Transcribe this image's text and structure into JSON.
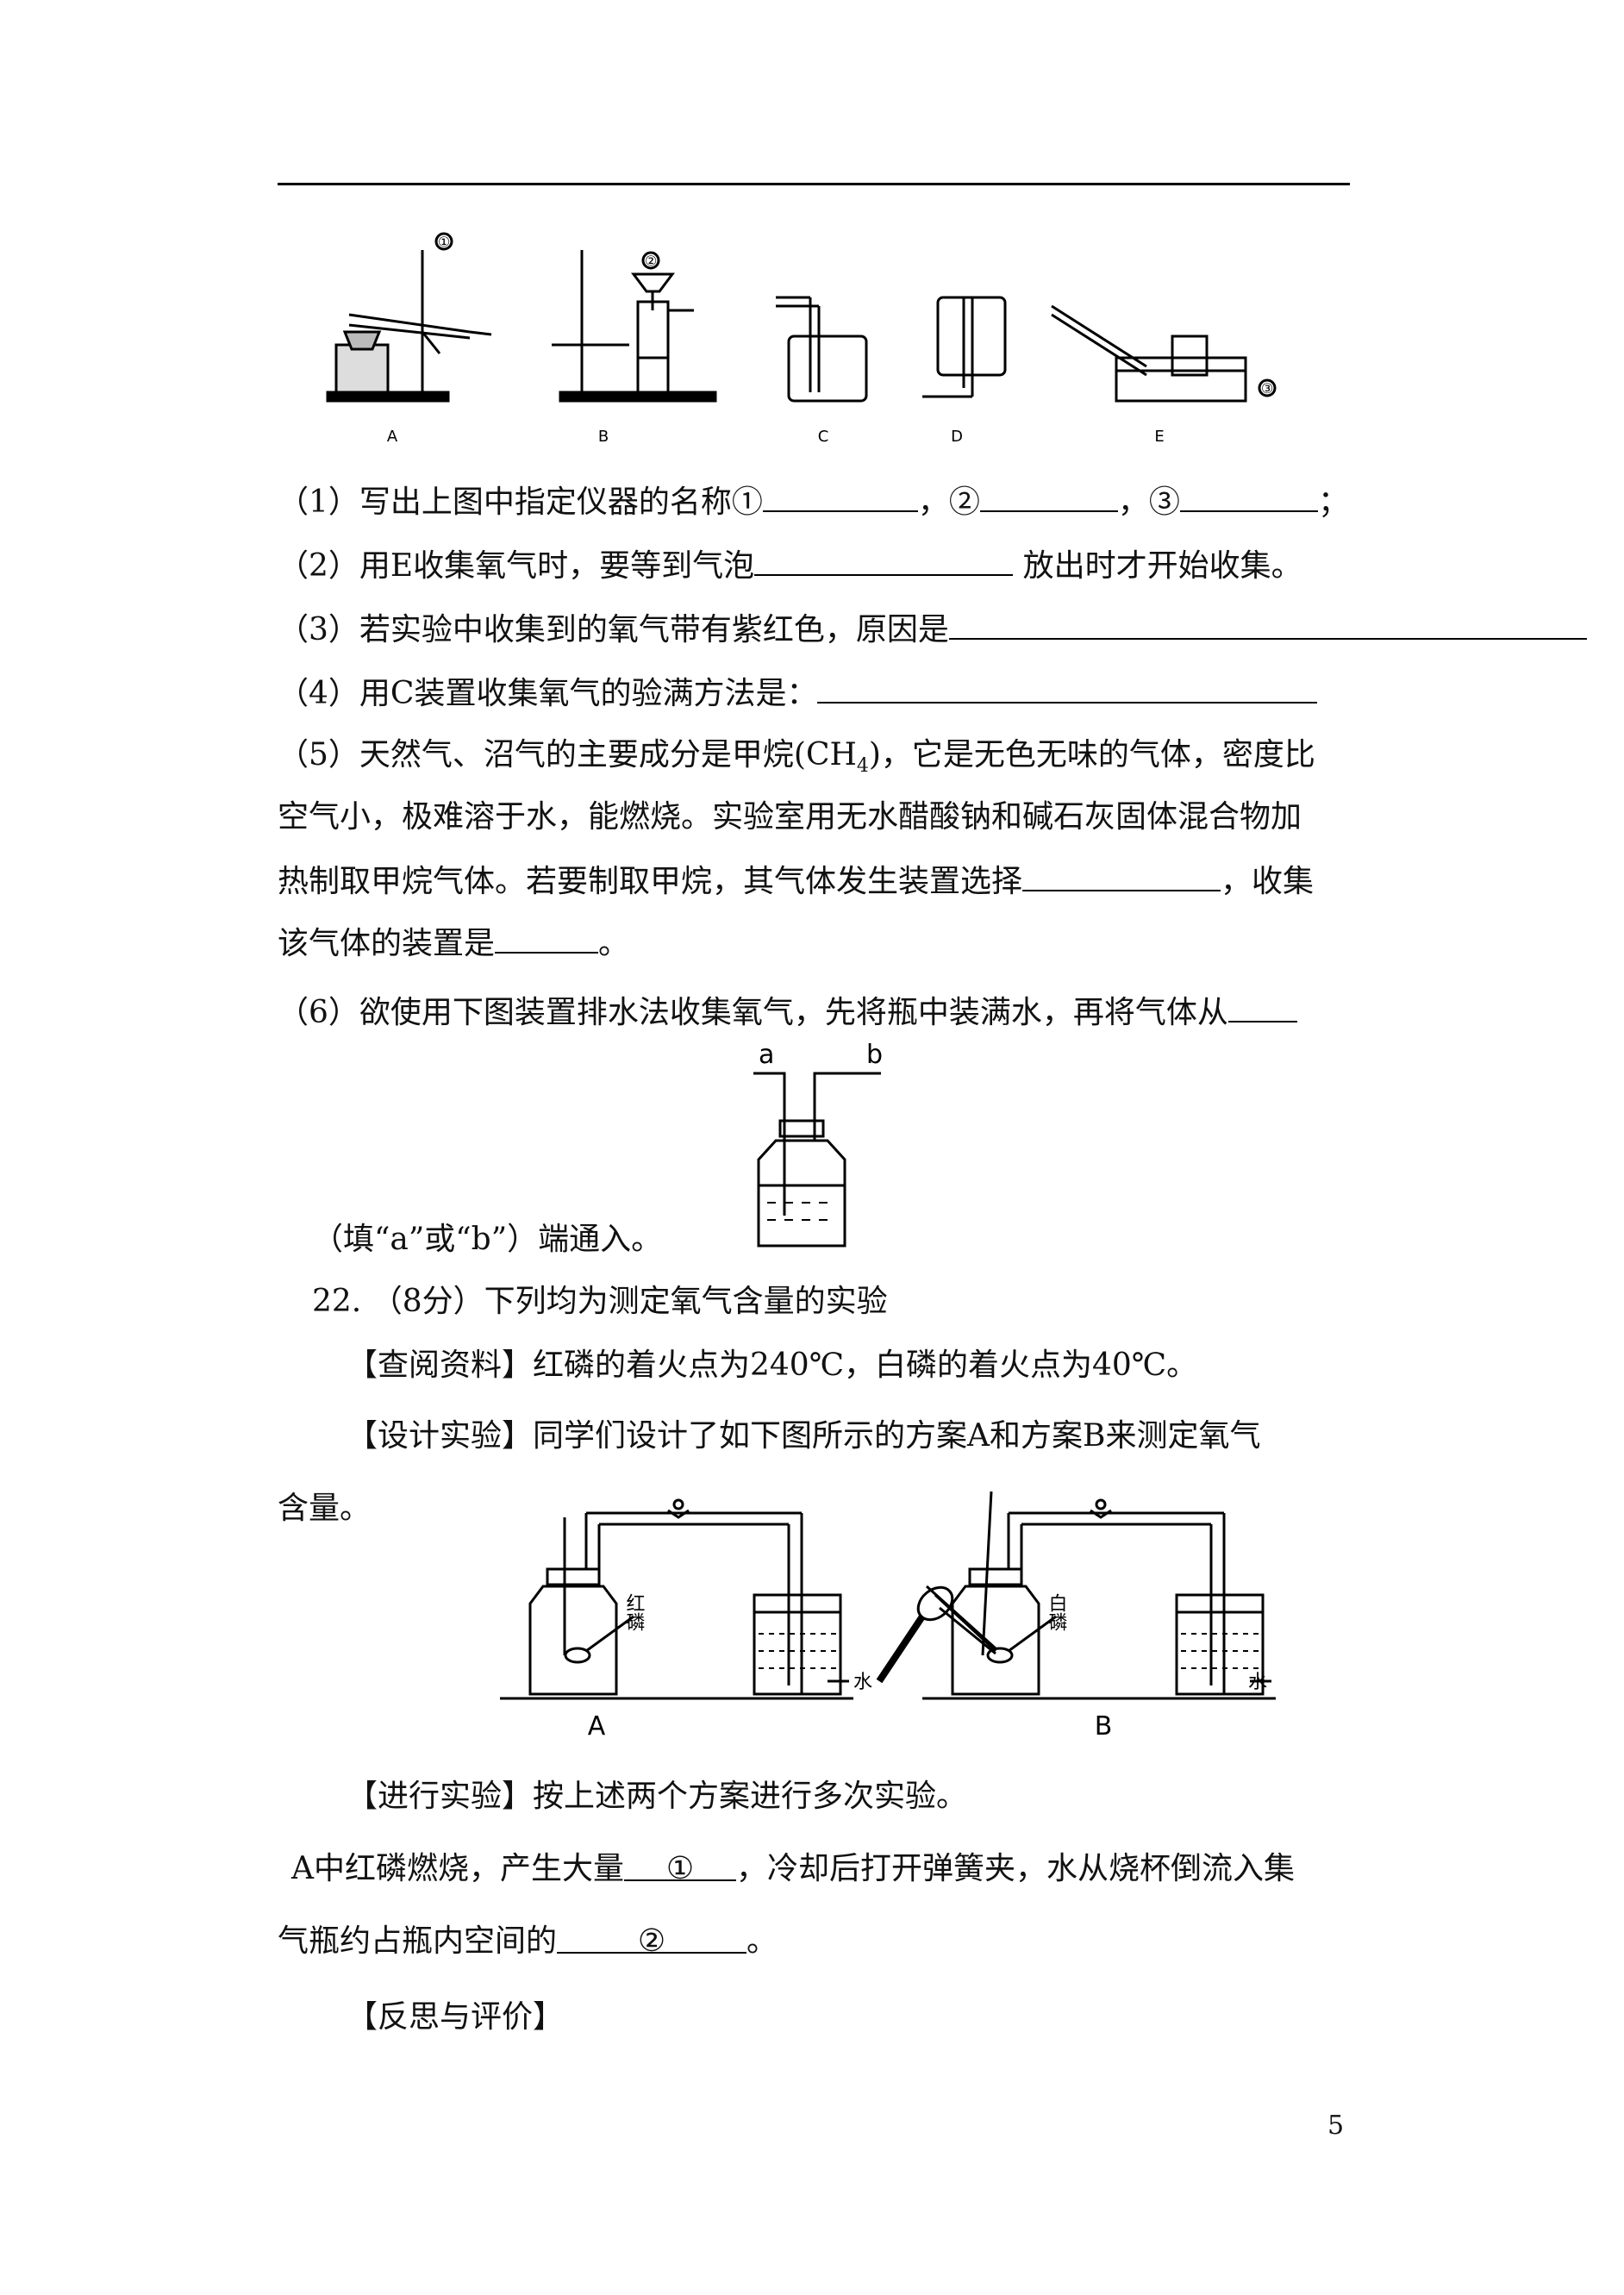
{
  "apparatus": {
    "labels": [
      "A",
      "B",
      "C",
      "D",
      "E"
    ],
    "circled": [
      "①",
      "②",
      "③"
    ]
  },
  "q1": {
    "text": "（1）写出上图中指定仪器的名称①",
    "sep1": "，②",
    "sep2": "，③",
    "end": "；"
  },
  "q2": {
    "pre": "（2）用E收集氧气时，要等到气泡",
    "post": "放出时才开始收集。"
  },
  "q3": {
    "pre": "（3）若实验中收集到的氧气带有紫红色，原因是"
  },
  "q4": {
    "pre": "（4）用C装置收集氧气的验满方法是："
  },
  "q5": {
    "line1": "（5）天然气、沼气的主要成分是甲烷(CH",
    "sub": "4",
    "line1b": ")，它是无色无味的气体，密度比",
    "line2": "空气小，极难溶于水，能燃烧。实验室用无水醋酸钠和碱石灰固体混合物加",
    "line3a": "热制取甲烷气体。若要制取甲烷，其气体发生装置选择",
    "line3b": "，收集",
    "line4a": "该气体的装置是",
    "line4b": "。"
  },
  "q6": {
    "line1": "（6）欲使用下图装置排水法收集氧气，先将瓶中装满水，再将气体从",
    "line2": "（填“a”或“b”）端通入。",
    "port_a": "a",
    "port_b": "b"
  },
  "q22": {
    "title": "22. （8分）下列均为测定氧气含量的实验",
    "info": "【查阅资料】红磷的着火点为240℃，白磷的着火点为40℃。",
    "design1": "【设计实验】同学们设计了如下图所示的方案A和方案B来测定氧气",
    "design2": "含量。",
    "figA": {
      "label": "A",
      "chem": "红磷",
      "water": "水"
    },
    "figB": {
      "label": "B",
      "chem": "白磷",
      "water": "水"
    },
    "do": "【进行实验】按上述两个方案进行多次实验。",
    "p1a": "A中红磷燃烧，产生大量",
    "blank1": "①",
    "p1b": "，冷却后打开弹簧夹，水从烧杯倒流入集",
    "p2a": "气瓶约占瓶内空间的",
    "blank2": "②",
    "p2b": "。",
    "reflect": "【反思与评价】"
  },
  "page_number": "5"
}
